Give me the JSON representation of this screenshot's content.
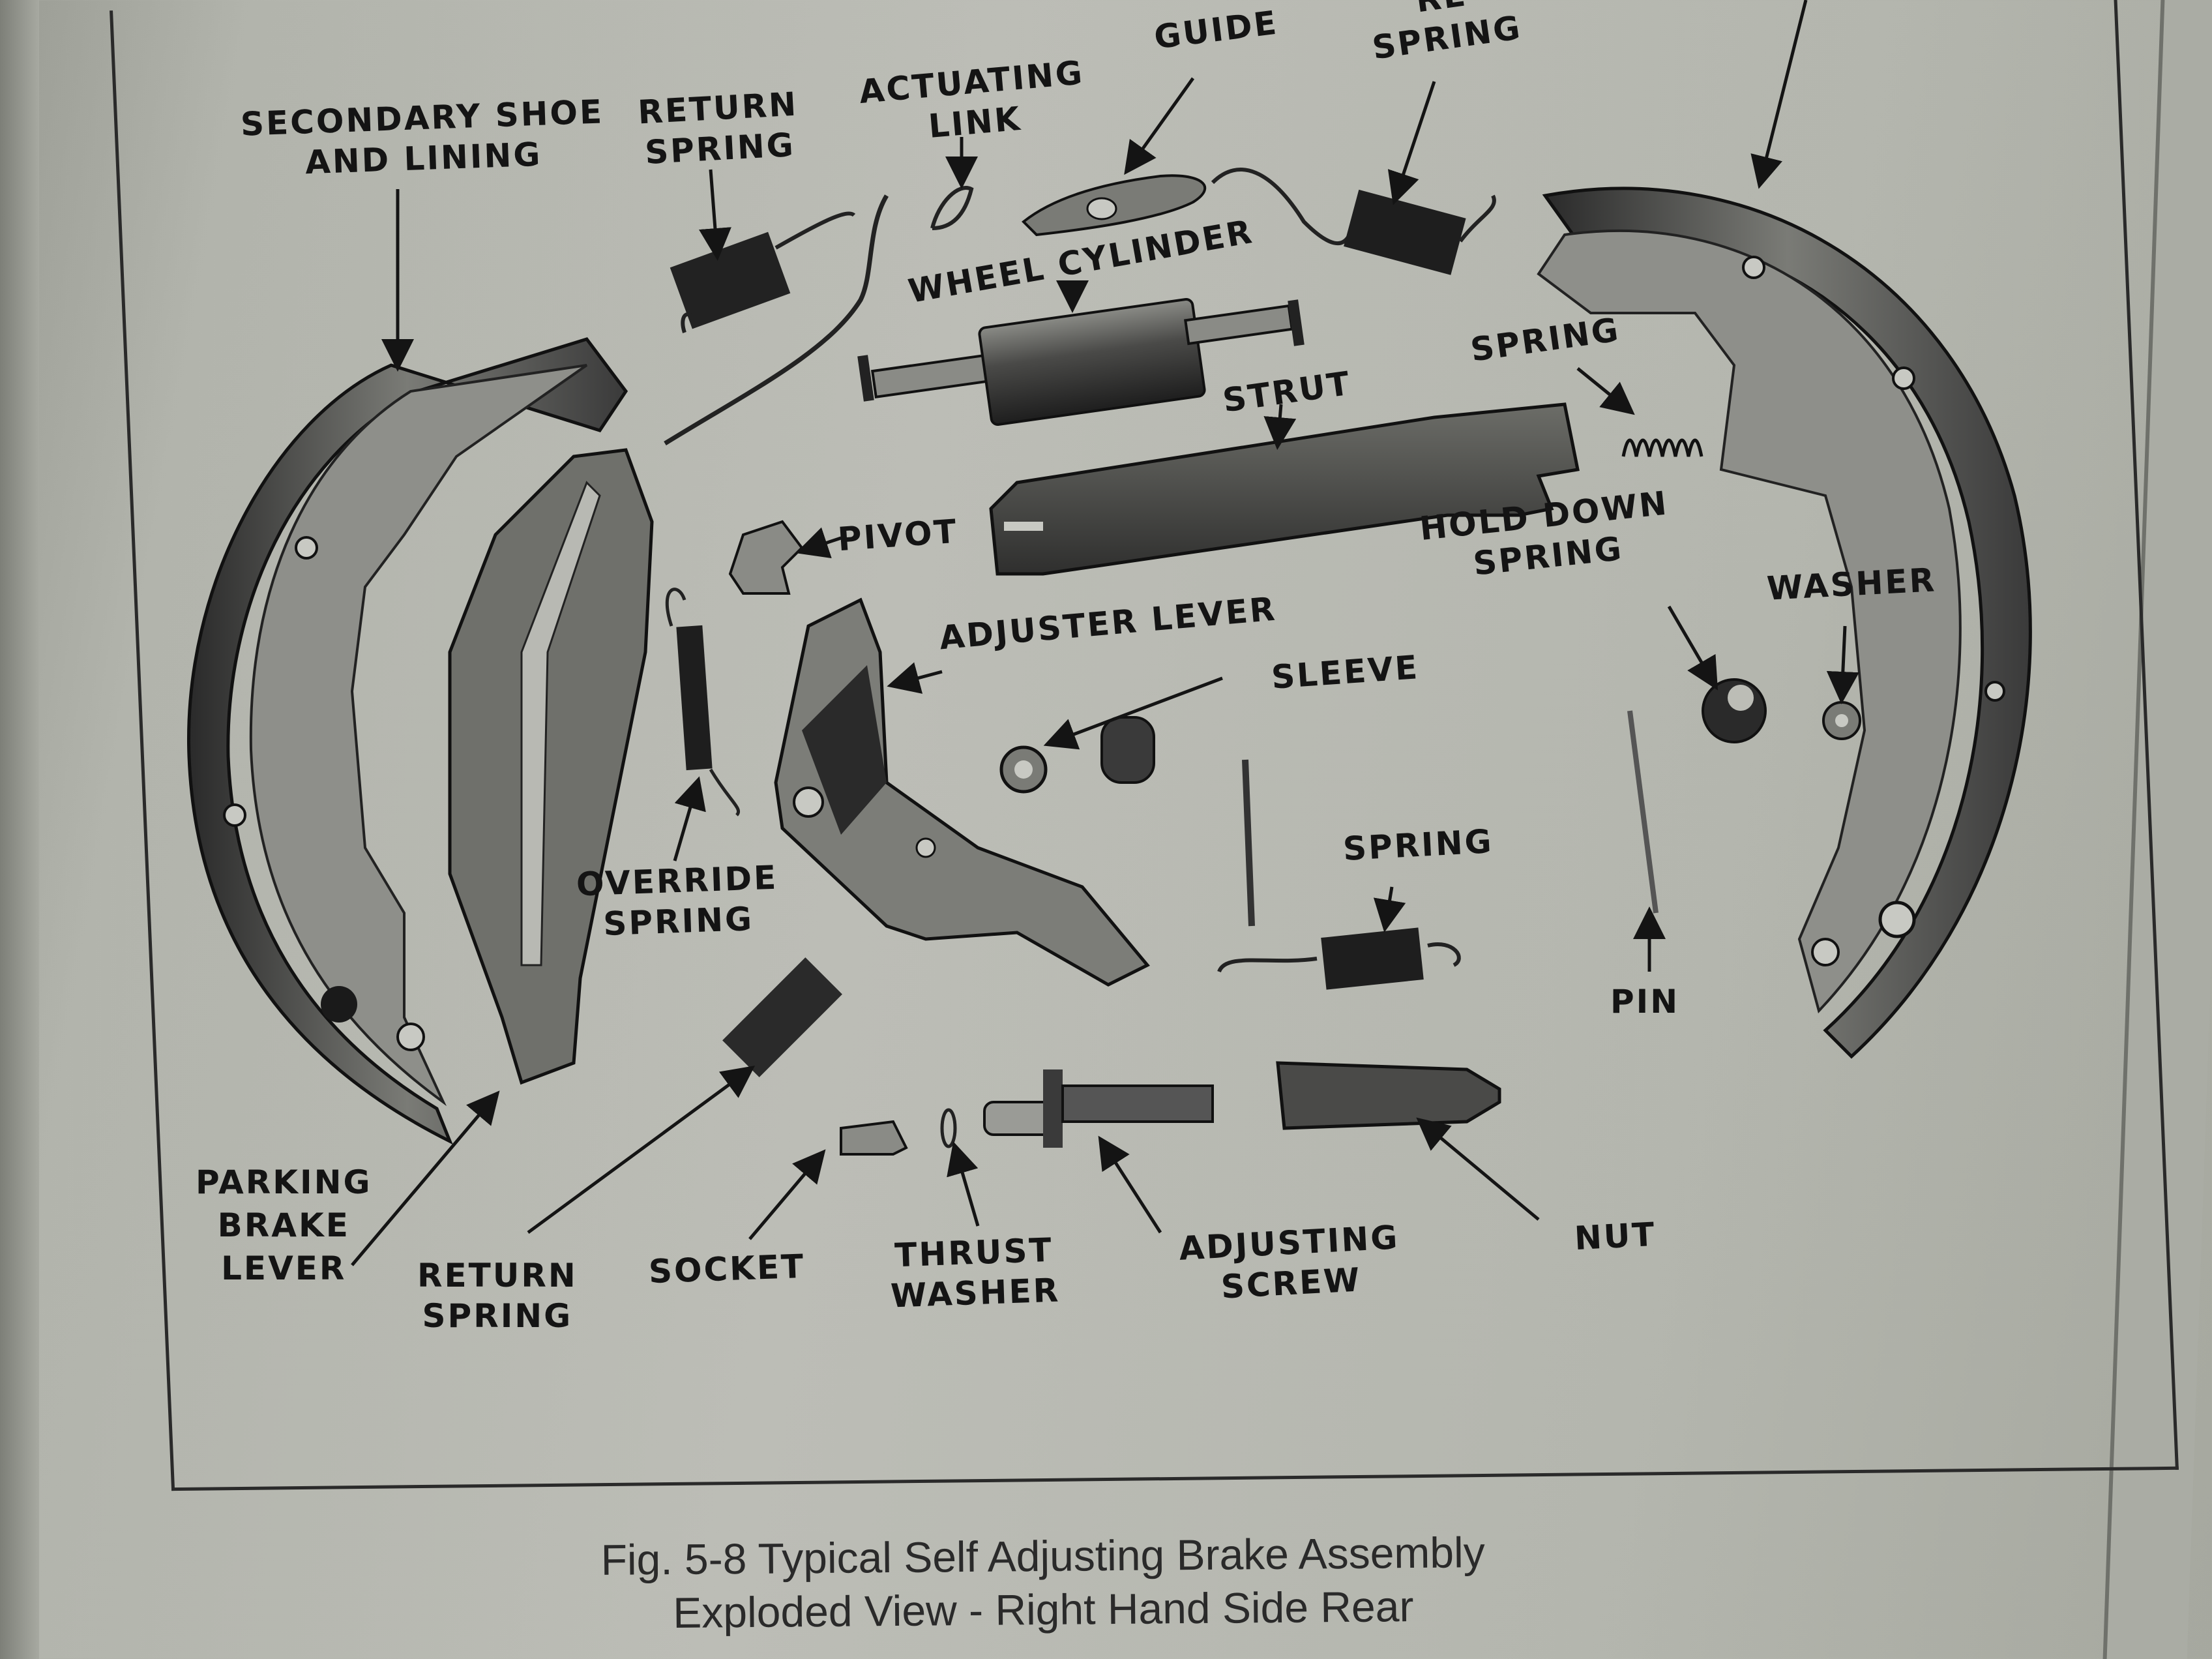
{
  "figure": {
    "caption_line1": "Fig. 5-8 Typical Self Adjusting Brake Assembly",
    "caption_line2": "Exploded View - Right Hand Side Rear"
  },
  "labels": {
    "secondary_shoe_1": "SECONDARY SHOE",
    "secondary_shoe_2": "AND LINING",
    "return_spring_top_1": "RETURN",
    "return_spring_top_2": "SPRING",
    "actuating_link_1": "ACTUATING",
    "actuating_link_2": "LINK",
    "guide": "GUIDE",
    "return_spring_right_1": "RE",
    "return_spring_right_2": "SPRING",
    "wheel_cylinder": "WHEEL CYLINDER",
    "strut": "STRUT",
    "spring_strut": "SPRING",
    "pivot": "PIVOT",
    "hold_down_spring_1": "HOLD DOWN",
    "hold_down_spring_2": "SPRING",
    "washer": "WASHER",
    "adjuster_lever": "ADJUSTER LEVER",
    "sleeve": "SLEEVE",
    "override_spring_1": "OVERRIDE",
    "override_spring_2": "SPRING",
    "spring_lower": "SPRING",
    "pin": "PIN",
    "parking_brake_1": "PARKING",
    "parking_brake_2": "BRAKE",
    "parking_brake_3": "LEVER",
    "return_spring_bottom_1": "RETURN",
    "return_spring_bottom_2": "SPRING",
    "socket": "SOCKET",
    "thrust_washer_1": "THRUST",
    "thrust_washer_2": "WASHER",
    "adjusting_screw_1": "ADJUSTING",
    "adjusting_screw_2": "SCREW",
    "nut": "NUT"
  },
  "colors": {
    "ink": "#141414",
    "part_dark": "#2e2e2e",
    "part_mid": "#6a6a66",
    "part_light": "#9c9d98",
    "paper": "#bcbdb6"
  }
}
